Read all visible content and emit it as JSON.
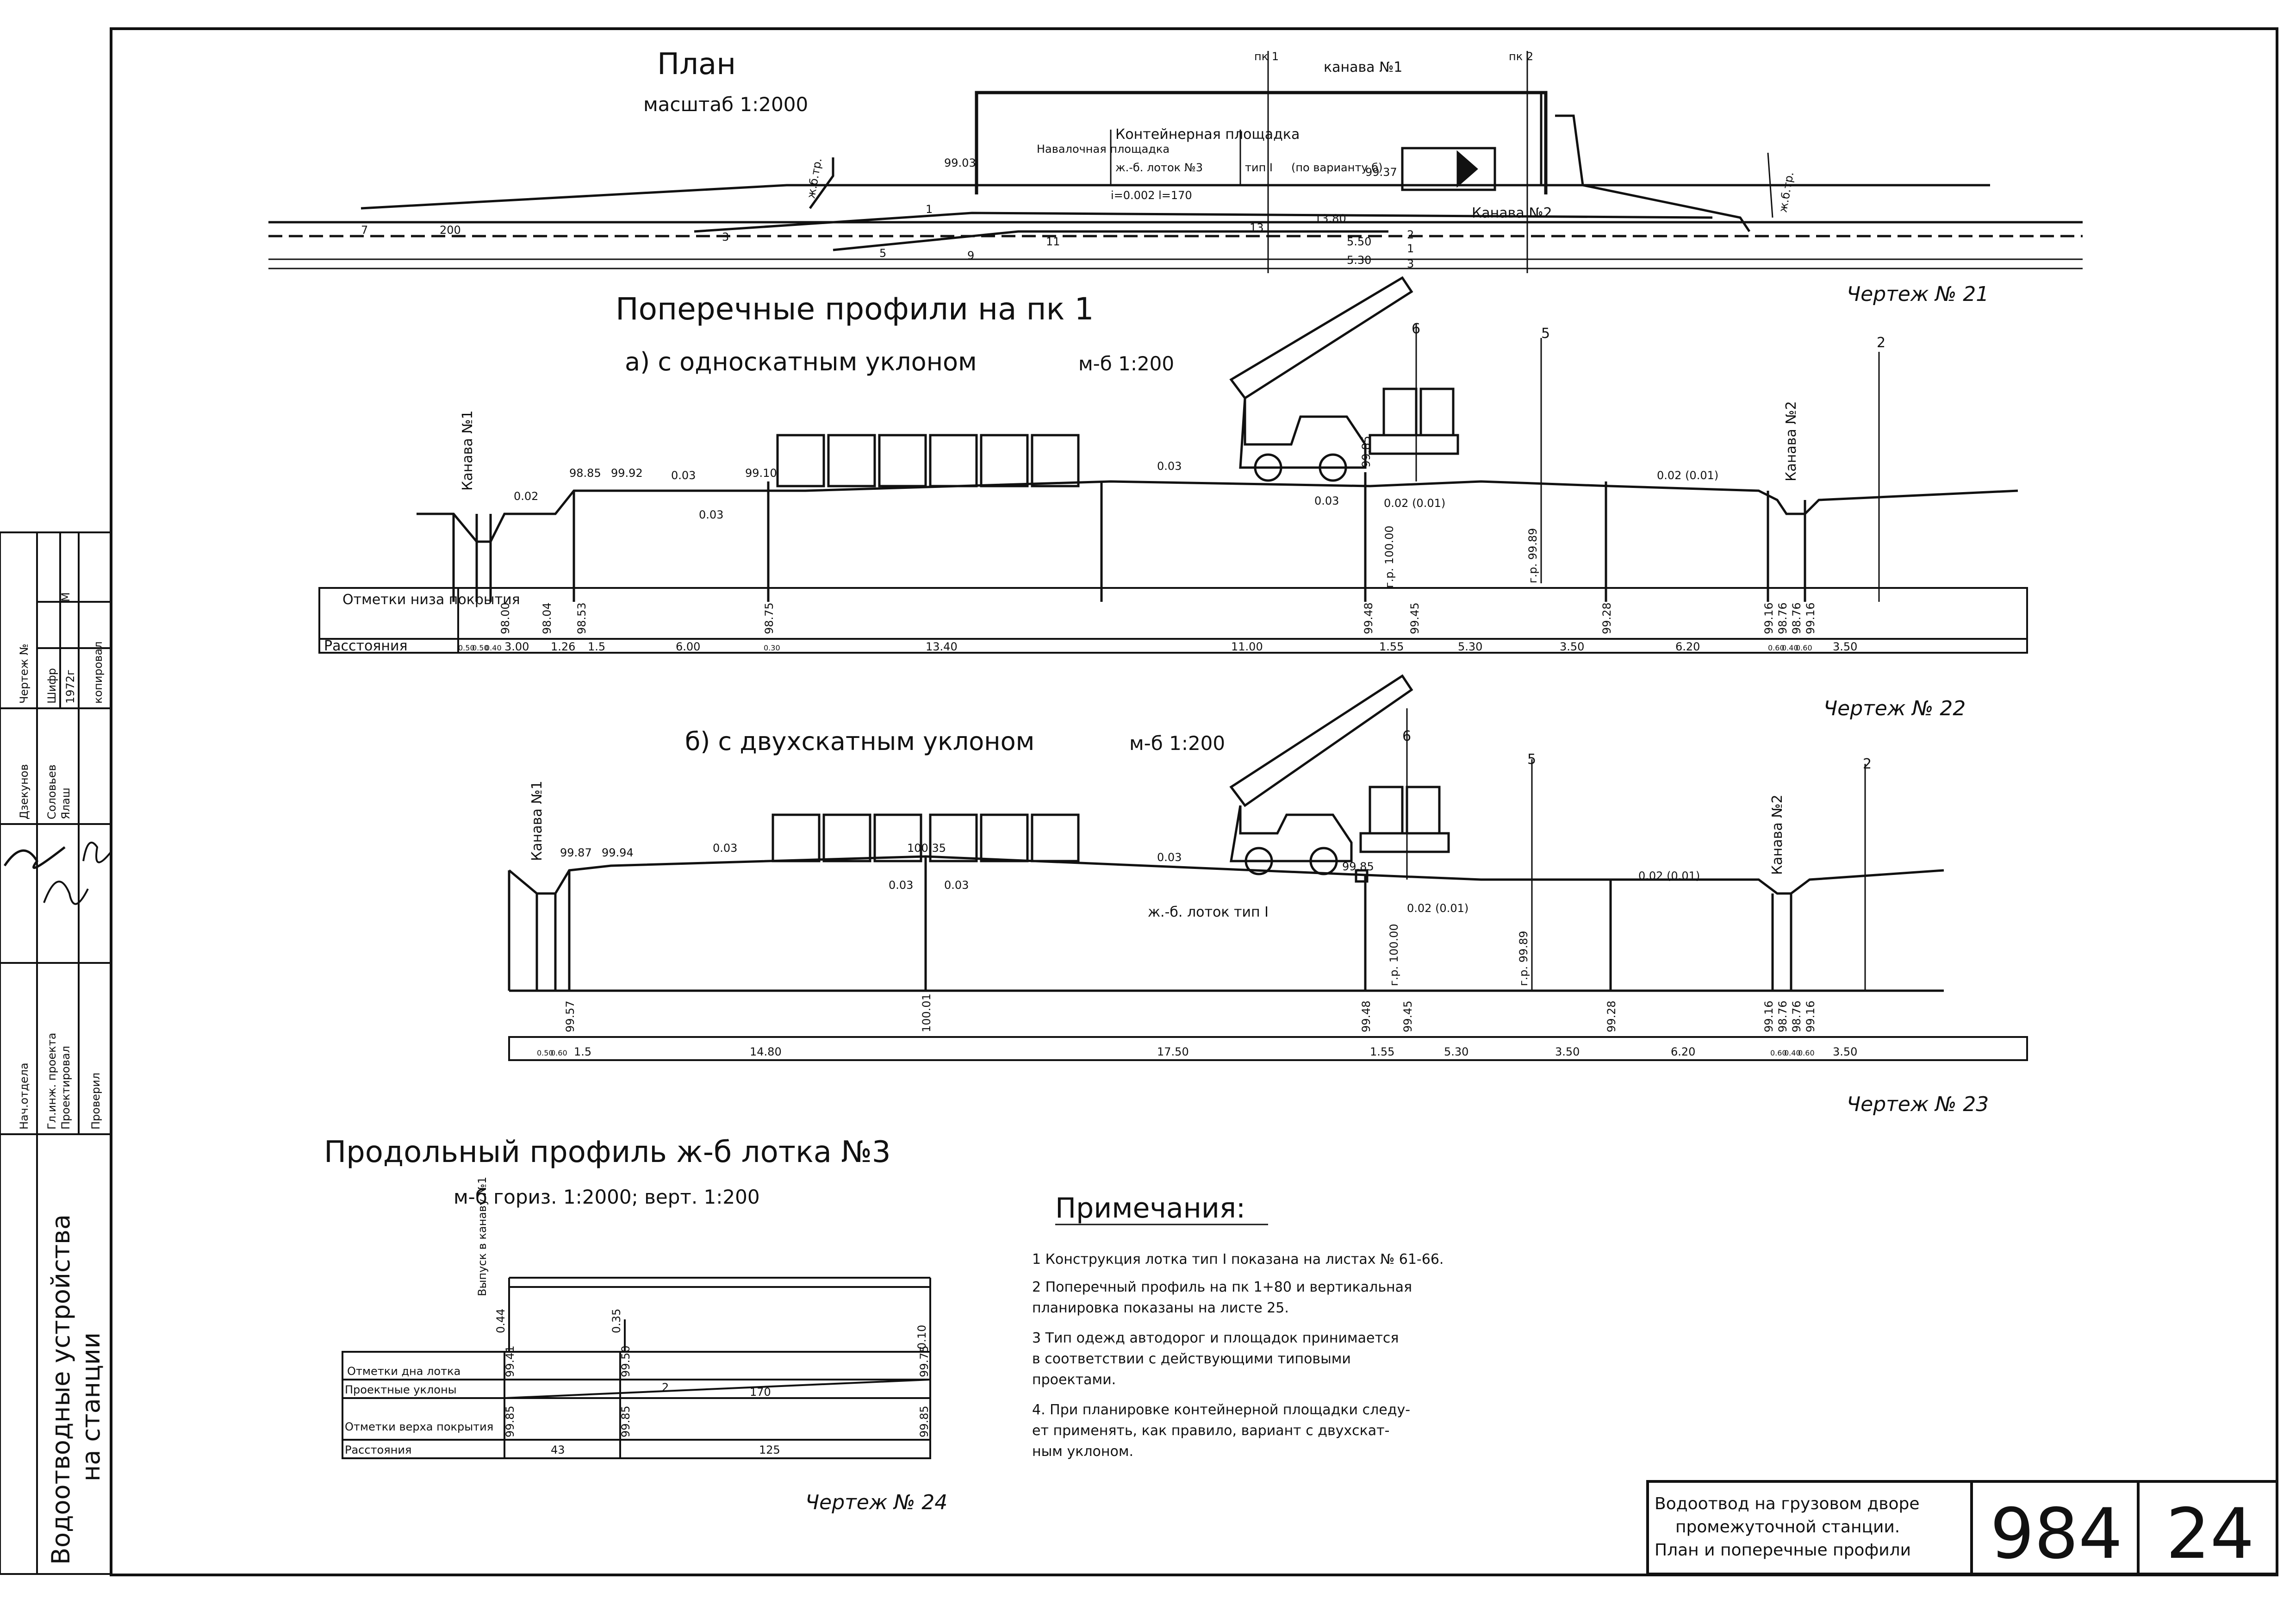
{
  "plan": {
    "title": "План",
    "scale": "масштаб 1:2000",
    "pk1": "пк 1",
    "pk2": "пк 2",
    "kanava1": "канава №1",
    "kanava2": "Канава №2",
    "zhbtr_left": "ж.б.тр.",
    "zhbtr_right": "ж.б.тр.",
    "navalochnaya": "Навалочная площадка",
    "container_area": "Контейнерная площадка",
    "lotok": "ж.-б. лоток №3",
    "tip": "тип I",
    "variant": "(по варианту б)",
    "lotok_params": "i=0.002  l=170",
    "elev_left": "99.03",
    "elev_right": "99.37",
    "track_labels": [
      "7",
      "200",
      "3",
      "5",
      "9",
      "1",
      "11",
      "13",
      "13.80",
      "5.50",
      "5.30",
      "2",
      "1",
      "3"
    ],
    "drawing_no": "Чертеж № 21"
  },
  "cross_title": "Поперечные профили на пк 1",
  "profile_a": {
    "title": "а) с односкатным уклоном",
    "scale": "м-б 1:200",
    "kanava1": "Канава №1",
    "kanava2": "Канава №2",
    "top_elevs": [
      "98.85",
      "99.92",
      "99.10",
      "99.85"
    ],
    "slopes": [
      "0.02",
      "0.03",
      "0.03",
      "0.03",
      "0.03",
      "0.02 (0.01)",
      "0.02 (0.01)"
    ],
    "gr_labels": [
      "г.р. 100.00",
      "г.р. 99.89"
    ],
    "markers": [
      "6",
      "5",
      "2"
    ],
    "row1_header": "Отметки низа покрытия",
    "row1_values": [
      "98.00",
      "98.04",
      "98.53",
      "98.75",
      "99.48",
      "99.45",
      "99.28",
      "99.16",
      "98.76",
      "98.76",
      "99.16"
    ],
    "row2_header": "Расстояния",
    "row2_values": [
      "0.50",
      "0.50",
      "0.40",
      "3.00",
      "1.26",
      "1.5",
      "6.00",
      "0.30",
      "13.40",
      "11.00",
      "1.55",
      "5.30",
      "3.50",
      "6.20",
      "0.60",
      "0.40",
      "0.60",
      "3.50"
    ],
    "drawing_no": "Чертеж № 22"
  },
  "profile_b": {
    "title": "б) с двухскатным уклоном",
    "scale": "м-б 1:200",
    "kanava1": "Канава №1",
    "kanava2": "Канава №2",
    "top_elevs": [
      "99.87",
      "99.94",
      "100.35",
      "99.85"
    ],
    "slopes": [
      "0.03",
      "0.03",
      "0.03",
      "0.03",
      "0.02 (0.01)",
      "0.02 (0.01)"
    ],
    "lotok_label": "ж.-б. лоток тип I",
    "gr_labels": [
      "г.р. 100.00",
      "г.р. 99.89"
    ],
    "markers": [
      "6",
      "5",
      "2"
    ],
    "row1_values": [
      "99.57",
      "100.01",
      "99.48",
      "99.45",
      "99.28",
      "99.16",
      "98.76",
      "98.76",
      "99.16"
    ],
    "row2_values": [
      "0.50",
      "0.60",
      "1.5",
      "14.80",
      "17.50",
      "1.55",
      "5.30",
      "3.50",
      "6.20",
      "0.60",
      "0.40",
      "0.60",
      "3.50"
    ],
    "drawing_no": "Чертеж № 23"
  },
  "long_profile": {
    "title": "Продольный профиль ж-б лотка №3",
    "scale": "м-б  гориз. 1:2000; верт. 1:200",
    "outlet": "Выпуск в канаву №1",
    "depths": [
      "0.44",
      "0.35",
      "0.10"
    ],
    "rows": [
      {
        "header": "Отметки дна лотка",
        "values": [
          "99.41",
          "99.50",
          "99.75"
        ]
      },
      {
        "header": "Проектные уклоны",
        "values": [
          "2",
          "170"
        ]
      },
      {
        "header": "Отметки верха покрытия",
        "values": [
          "99.85",
          "99.85",
          "99.85"
        ]
      },
      {
        "header": "Расстояния",
        "values": [
          "43",
          "125"
        ]
      }
    ],
    "drawing_no": "Чертеж № 24"
  },
  "notes": {
    "title": "Примечания:",
    "items": [
      "1  Конструкция лотка тип I показана на листах № 61-66.",
      "2  Поперечный профиль на пк 1+80 и вертикальная",
      "   планировка показаны на листе 25.",
      "3  Тип одежд автодорог и площадок принимается",
      "   в соответствии с действующими типовыми",
      "   проектами.",
      "4. При планировке контейнерной площадки следу-",
      "   ет применять, как правило, вариант с двухскат-",
      "   ным уклоном."
    ]
  },
  "title_block": {
    "line1": "Водоотвод на грузовом дворе",
    "line2": "промежуточной станции.",
    "line3": "План и поперечные профили",
    "code": "984",
    "sheet": "24"
  },
  "side_stamp": {
    "main1": "Водоотводные устройства",
    "main2": "на станции",
    "rows": [
      "Нач.отдела",
      "Гл.инж. проекта",
      "Проектировал",
      "Проверил"
    ],
    "names": [
      "Дзекунов",
      "Соловьев",
      "Ялаш"
    ],
    "chertezh": "Чертеж №",
    "shifr": "Шифр",
    "year": "1972г",
    "kopiroval": "копировал",
    "m": "М"
  },
  "colors": {
    "ink": "#111111",
    "paper": "#ffffff"
  }
}
